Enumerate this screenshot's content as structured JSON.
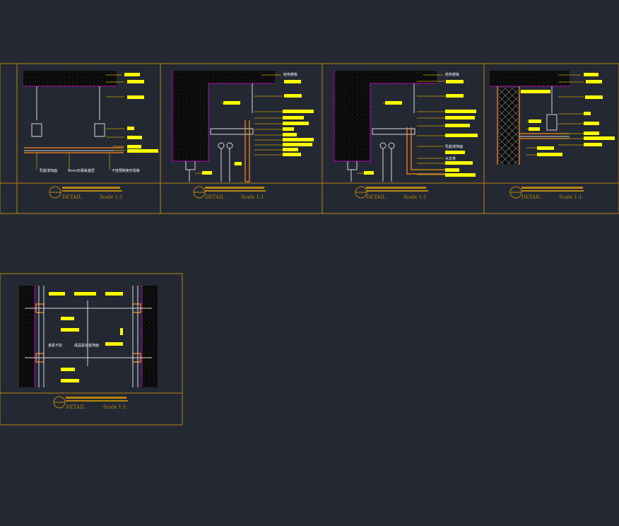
{
  "details": [
    {
      "id": "d1",
      "caption": "DETAIL",
      "scale": "Scale 1:1",
      "notes": [
        "乳胶漆饰面",
        "9mm石膏板基层",
        "干挂预制条形铝条"
      ]
    },
    {
      "id": "d2",
      "caption": "DETAIL",
      "scale": "Scale 1:1",
      "notes": [
        "结构楼板"
      ]
    },
    {
      "id": "d3",
      "caption": "DETAIL",
      "scale": "Scale 1:1",
      "notes": [
        "结构楼板",
        "乳胶漆饰面",
        "木龙骨"
      ]
    },
    {
      "id": "d4",
      "caption": "DETAIL",
      "scale": "Scale 1:1",
      "notes": []
    },
    {
      "id": "d5",
      "caption": "DETAIL",
      "scale": "Scale 1:1",
      "notes": [
        "金属卡扣",
        "成品铝合金饰面"
      ]
    }
  ],
  "colors": {
    "background": "#232833",
    "frame": "#b8860b",
    "annotation_tag": "#ffff00",
    "wall_boundary": "#ff00ff",
    "frame_profile": "#ff8c1a"
  }
}
